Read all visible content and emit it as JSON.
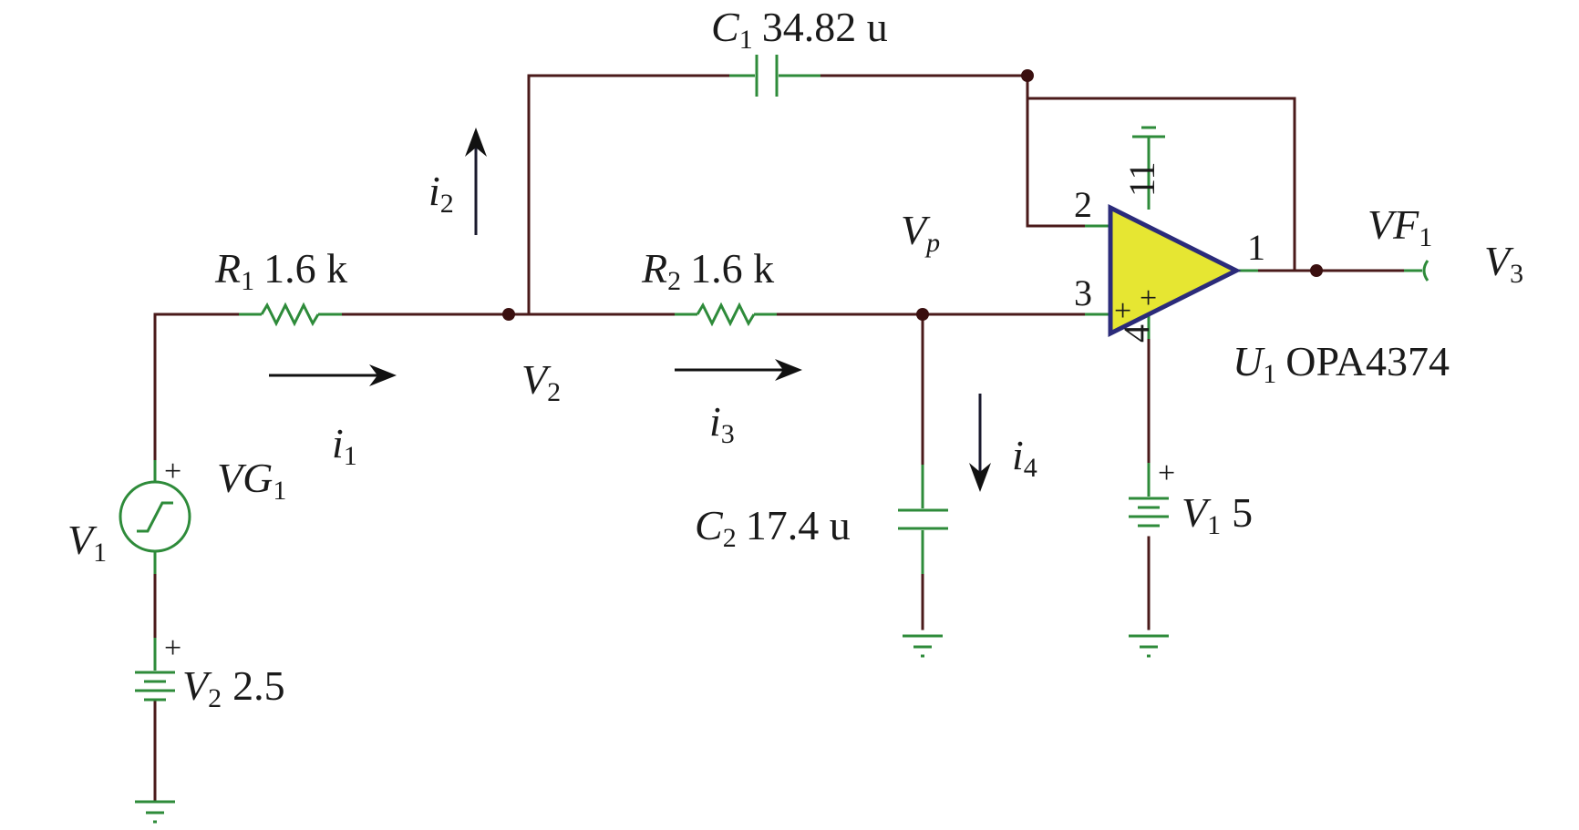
{
  "components": {
    "r1": {
      "name": "R",
      "sub": "1",
      "value": "1.6 k"
    },
    "r2": {
      "name": "R",
      "sub": "2",
      "value": "1.6 k"
    },
    "c1": {
      "name": "C",
      "sub": "1",
      "value": "34.82 u"
    },
    "c2": {
      "name": "C",
      "sub": "2",
      "value": "17.4 u"
    },
    "u1": {
      "name": "U",
      "sub": "1",
      "value": "OPA4374"
    },
    "vg1": {
      "name": "VG",
      "sub": "1"
    },
    "vf1": {
      "name": "VF",
      "sub": "1"
    },
    "vsup": {
      "name": "V",
      "sub": "1",
      "value": "5"
    },
    "vbias": {
      "name": "V",
      "sub": "2",
      "value": "2.5"
    }
  },
  "nodes": {
    "v1": {
      "name": "V",
      "sub": "1"
    },
    "v2": {
      "name": "V",
      "sub": "2"
    },
    "v3": {
      "name": "V",
      "sub": "3"
    },
    "vp": {
      "name": "V",
      "sub": "p"
    }
  },
  "currents": {
    "i1": {
      "name": "i",
      "sub": "1"
    },
    "i2": {
      "name": "i",
      "sub": "2"
    },
    "i3": {
      "name": "i",
      "sub": "3"
    },
    "i4": {
      "name": "i",
      "sub": "4"
    }
  },
  "pins": {
    "p1": "1",
    "p2": "2",
    "p3": "3",
    "p4": "4",
    "p11": "11"
  },
  "signs": {
    "plus": "+"
  },
  "colors": {
    "wire": "#4a1a1a",
    "component": "#2e8b3a",
    "opamp_fill": "#e6e632",
    "opamp_outline": "#2b2b7a"
  }
}
